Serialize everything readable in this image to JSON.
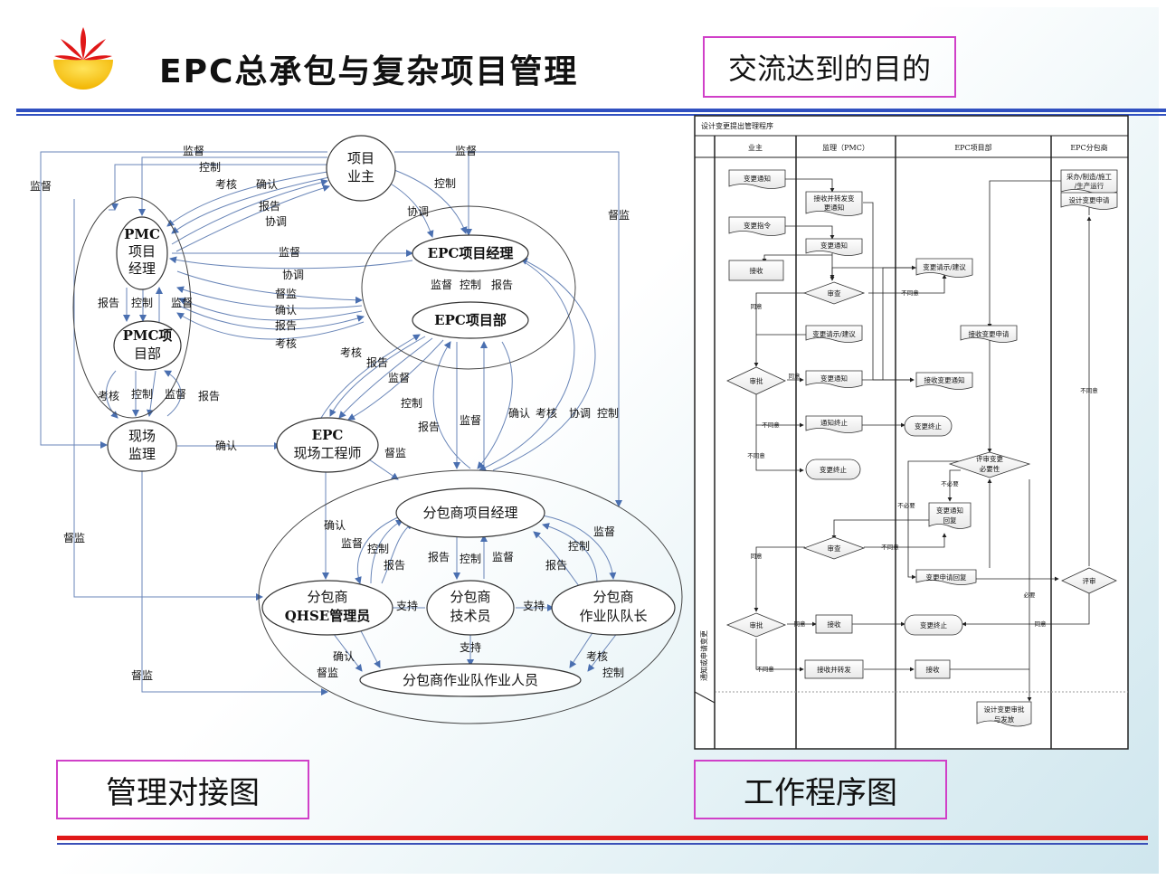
{
  "header": {
    "title": "EPC总承包与复杂项目管理",
    "subtitle": "交流达到的目的"
  },
  "footer": {
    "left_label": "管理对接图",
    "right_label": "工作程序图"
  },
  "colors": {
    "accent_blue": "#3050c0",
    "accent_red": "#e01818",
    "label_border": "#d040c8",
    "arrow": "#4a6fb0"
  },
  "interface_diagram": {
    "nodes": {
      "owner": [
        "项目",
        "业主"
      ],
      "pmc_manager": [
        "PMC",
        "项目",
        "经理"
      ],
      "pmc_dept": [
        "PMC项",
        "目部"
      ],
      "site_supervision": [
        "现场",
        "监理"
      ],
      "epc_manager": "EPC项目经理",
      "epc_dept": "EPC项目部",
      "epc_site_engineer": [
        "EPC",
        "现场工程师"
      ],
      "sub_manager": "分包商项目经理",
      "sub_qhse": [
        "分包商",
        "QHSE管理员"
      ],
      "sub_tech": [
        "分包商",
        "技术员"
      ],
      "sub_team_leader": [
        "分包商",
        "作业队队长"
      ],
      "sub_workers": "分包商作业队作业人员"
    },
    "labels": {
      "jiandu": "监督",
      "kongzhi": "控制",
      "kaohe": "考核",
      "queren": "确认",
      "baogao": "报告",
      "xietiao": "协调",
      "dujian": "督监",
      "zhichi": "支持"
    }
  },
  "procedure_diagram": {
    "title": "设计变更提出管理程序",
    "lanes": [
      "业主",
      "监理（PMC）",
      "EPC项目部",
      "EPC分包商"
    ],
    "side_label": "通知或申请变更",
    "boxes": {
      "o1": "变更通知",
      "o2": "变更指令",
      "o3": "接收",
      "p1": [
        "接收并转发变",
        "更通知"
      ],
      "p2": "变更通知",
      "e1": "变更请示/建议",
      "s1": [
        "采办/制造/施工",
        "/生产运行"
      ],
      "s2": "设计变更申请",
      "p3": "变更请示/建议",
      "e2": "接收变更申请",
      "p4": "变更通知",
      "e3": "接收变更通知",
      "p5": "通知终止",
      "e4": "变更终止",
      "p6": "变更终止",
      "e5": [
        "变更通知",
        "回复"
      ],
      "e6": "变更申请回复",
      "p7": "接收",
      "e7": "变更终止",
      "p8": "接收并转发",
      "e8": "接收",
      "e9": [
        "设计变更审批",
        "与发放"
      ]
    },
    "decisions": {
      "d1": "审查",
      "d2": "审批",
      "d3": [
        "评审变更",
        "必要性"
      ],
      "d4": "审查",
      "d5": "评审",
      "d6": "审批"
    },
    "edge_labels": {
      "agree": "同意",
      "disagree": "不同意",
      "necessary": "必要",
      "unnecessary": "不必要"
    }
  }
}
